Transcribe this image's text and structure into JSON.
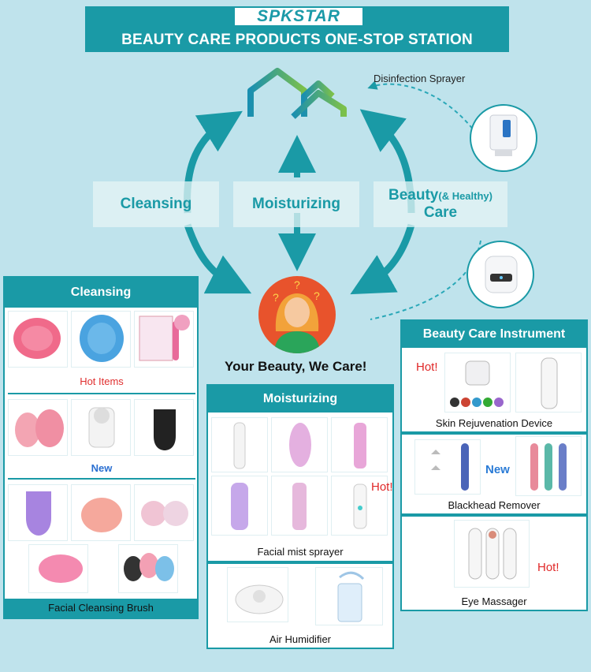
{
  "header": {
    "brand": "SPKSTAR",
    "title": "BEAUTY CARE PRODUCTS ONE-STOP STATION"
  },
  "diagram": {
    "cleansing": "Cleansing",
    "moisturizing": "Moisturizing",
    "beauty_line1": "Beauty",
    "beauty_paren": "(& Healthy)",
    "beauty_line2": "Care",
    "sprayer_note": "Disinfection Sprayer",
    "tagline": "Your Beauty, We Care!"
  },
  "cleansing_panel": {
    "title": "Cleansing",
    "hot_label": "Hot Items",
    "new_label": "New",
    "footer": "Facial Cleansing Brush"
  },
  "moisturizing_panel": {
    "title": "Moisturizing",
    "hot_badge": "Hot!",
    "mist_caption": "Facial mist sprayer",
    "humidifier_caption": "Air Humidifier"
  },
  "beauty_panel": {
    "title": "Beauty Care Instrument",
    "hot_badge": "Hot!",
    "skin_caption": "Skin Rejuvenation Device",
    "new_badge": "New",
    "blackhead_caption": "Blackhead Remover",
    "hot_badge2": "Hot!",
    "eye_caption": "Eye Massager"
  },
  "colors": {
    "teal": "#1a9aa6",
    "background": "#bfe3ec",
    "hot": "#e02828",
    "new": "#2a7bd6"
  }
}
